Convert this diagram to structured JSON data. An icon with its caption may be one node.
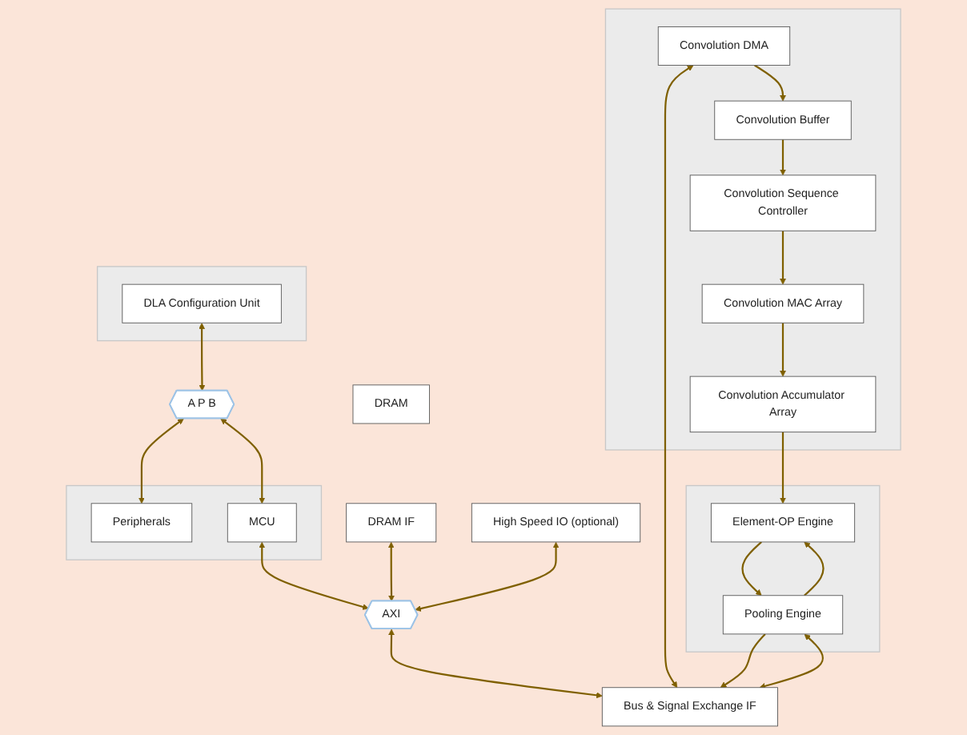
{
  "diagram": {
    "nodes": [
      {
        "text": [],
        "shape": "box"
      },
      {
        "text": [
          "DLA Configuration Unit"
        ],
        "in": 0
      },
      {
        "text": [
          "A P B"
        ]
      },
      {
        "text": [],
        "shape": "box"
      },
      {
        "text": [
          "Peripherals"
        ],
        "in": 3
      },
      {
        "text": [
          "MCU"
        ],
        "in": 3
      },
      {
        "text": [
          "DRAM"
        ]
      },
      {
        "text": [
          "DRAM IF"
        ]
      },
      {
        "text": [
          "High Speed IO (optional)"
        ]
      },
      {
        "text": [
          "AXI"
        ]
      },
      {
        "text": [],
        "shape": "box"
      },
      {
        "text": [
          "Convolution Buffer"
        ],
        "in": 10
      },
      {
        "text": [
          "Convolution DMA"
        ],
        "in": 10
      },
      {
        "text": [
          "Convolution Sequence Controller"
        ],
        "in": 10
      },
      {
        "text": [
          "Convolution MAC Array"
        ],
        "in": 10
      },
      {
        "text": [
          "Convolution Accumulator Array"
        ],
        "in": 10
      },
      {
        "text": [
          "Bus & Signal Exchange IF"
        ]
      },
      {
        "text": [],
        "shape": "box"
      },
      {
        "text": [
          "Pooling Engine"
        ],
        "in": 17
      },
      {
        "text": [
          "Element-OP Engine"
        ],
        "in": 17
      }
    ],
    "edges": [
      {
        "from": 1,
        "to": 2,
        "arrow": "both"
      },
      {
        "from": 2,
        "to": 4,
        "arrow": "both"
      },
      {
        "from": 2,
        "to": 5,
        "arrow": "both"
      },
      {
        "from": 5,
        "to": 9,
        "arrow": "both"
      },
      {
        "from": 7,
        "to": 9,
        "arrow": "both"
      },
      {
        "from": 8,
        "to": 9,
        "arrow": "both"
      },
      {
        "from": 9,
        "to": 16,
        "arrow": "both"
      },
      {
        "from": 12,
        "to": 11,
        "arrow": "to"
      },
      {
        "from": 12,
        "to": 16,
        "arrow": "both"
      },
      {
        "from": 11,
        "to": 13,
        "arrow": "to"
      },
      {
        "from": 13,
        "to": 14,
        "arrow": "to"
      },
      {
        "from": 14,
        "to": 15,
        "arrow": "to"
      },
      {
        "from": 18,
        "to": 16,
        "arrow": "to"
      },
      {
        "from": 18,
        "to": 16,
        "arrow": "both"
      },
      {
        "from": 18,
        "to": 19,
        "arrow": "to"
      },
      {
        "from": 19,
        "to": 18,
        "arrow": "to"
      },
      {
        "from": 15,
        "to": 19,
        "arrow": "to"
      }
    ]
  }
}
